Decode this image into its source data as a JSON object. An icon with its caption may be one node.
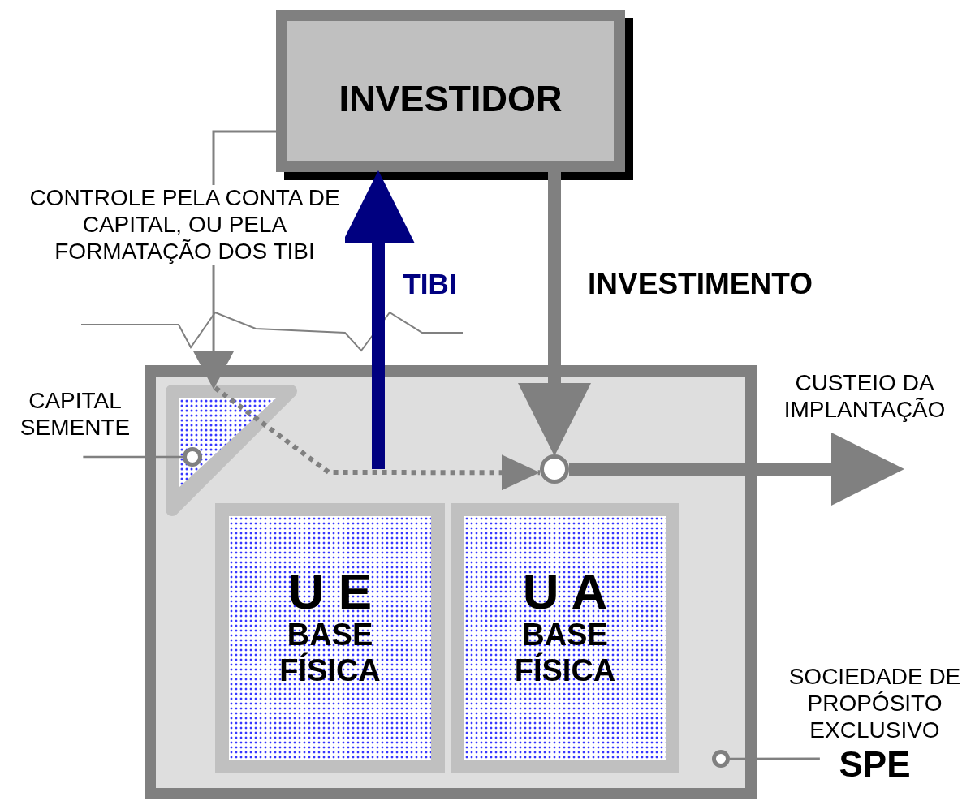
{
  "diagram": {
    "nodes": [
      {
        "text": [
          "INVESTIDOR"
        ]
      },
      {
        "text": [],
        "shape": "box"
      },
      {
        "text": [],
        "shape": "triangle",
        "in": 1
      },
      {
        "text": [
          "U E",
          "BASE FÍSICA"
        ],
        "in": 1
      },
      {
        "text": [
          "U A",
          "BASE FÍSICA"
        ],
        "in": 1
      },
      {
        "text": [],
        "shape": "circle",
        "in": 2
      },
      {
        "text": [],
        "shape": "circle",
        "in": 1
      },
      {
        "text": [],
        "shape": "circle",
        "in": 1
      },
      {
        "text": [
          "CAPITAL SEMENTE"
        ]
      },
      {
        "text": [
          "SOCIEDADE DE PROPÓSITO EXCLUSIVO",
          "SPE"
        ]
      }
    ],
    "edges": [
      {
        "from": null,
        "to": 0,
        "arrow": "to",
        "label": "TIBI",
        "style": "thick",
        "color": "#000080"
      },
      {
        "from": 0,
        "to": 6,
        "arrow": "to",
        "label": "INVESTIMENTO",
        "style": "thick"
      },
      {
        "from": 2,
        "to": 6,
        "arrow": "to",
        "style": "dashed"
      },
      {
        "from": 0,
        "to": 2,
        "arrow": "to",
        "label": "CONTROLE PELA CONTA DE CAPITAL, OU PELA FORMATAÇÃO DOS TIBI"
      },
      {
        "from": 8,
        "to": 5,
        "arrow": "none"
      },
      {
        "from": 6,
        "to": null,
        "arrow": "to",
        "label": "CUSTEIO DA IMPLANTAÇÃO",
        "style": "thick"
      },
      {
        "from": 9,
        "to": 7,
        "arrow": "none"
      }
    ]
  }
}
